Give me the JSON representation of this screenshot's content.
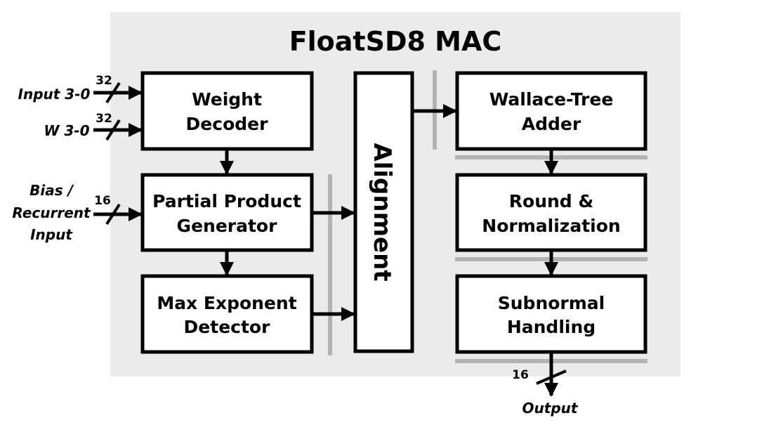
{
  "title": "FloatSD8 MAC",
  "blocks": {
    "weight_decoder": [
      "Weight",
      "Decoder"
    ],
    "partial_product": [
      "Partial Product",
      "Generator"
    ],
    "max_exponent": [
      "Max Exponent",
      "Detector"
    ],
    "alignment": "Alignment",
    "wallace_tree": [
      "Wallace-Tree",
      "Adder"
    ],
    "round_norm": [
      "Round &",
      "Normalization"
    ],
    "subnormal": [
      "Subnormal",
      "Handling"
    ]
  },
  "inputs": {
    "input_a": {
      "label": "Input 3-0",
      "width": "32"
    },
    "input_w": {
      "label": "W 3-0",
      "width": "32"
    },
    "input_bias": {
      "label": [
        "Bias /",
        "Recurrent",
        "Input"
      ],
      "width": "16"
    }
  },
  "output": {
    "label": "Output",
    "width": "16"
  },
  "colors": {
    "panel": "#ebebeb",
    "register": "#b3b3b3",
    "stroke": "#000000"
  }
}
